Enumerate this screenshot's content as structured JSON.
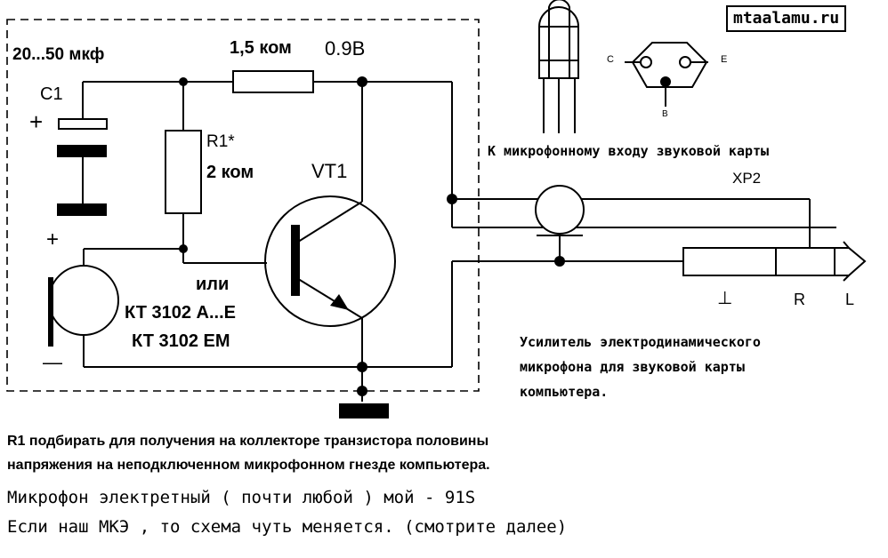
{
  "site": "mtaalamu.ru",
  "capacitor": {
    "value": "20...50 мкф",
    "ref": "C1",
    "plus": "+"
  },
  "r_top": {
    "value": "1,5 ком"
  },
  "voltage": "0.9В",
  "r1": {
    "ref": "R1*",
    "value": "2 ком"
  },
  "transistor": {
    "ref": "VT1",
    "or": "или",
    "alt1": "КТ 3102 А...Е",
    "alt2": "КТ 3102 ЕМ"
  },
  "mic": {
    "plus": "+",
    "minus": "—"
  },
  "pinout": {
    "c": "C",
    "e": "E",
    "b": "B"
  },
  "jack": {
    "caption": "К микрофонному входу звуковой карты",
    "ref": "XP2",
    "pin_gnd": "⊥",
    "pin_r": "R",
    "pin_l": "L"
  },
  "title": {
    "line1": "Усилитель электродинамического",
    "line2": "микрофона  для звуковой карты",
    "line3": "компьютера."
  },
  "notes": {
    "r1_line1": "R1 подбирать для получения на  коллекторе транзистора половины",
    "r1_line2": "напряжения на неподключенном микрофонном гнезде компьютера.",
    "mic_line1": "Микрофон электретный ( почти любой ) мой - 91S",
    "mic_line2": "Если наш МКЭ , то схема чуть меняется.  (смотрите далее)"
  },
  "colors": {
    "ink": "#000000",
    "background": "#ffffff"
  }
}
